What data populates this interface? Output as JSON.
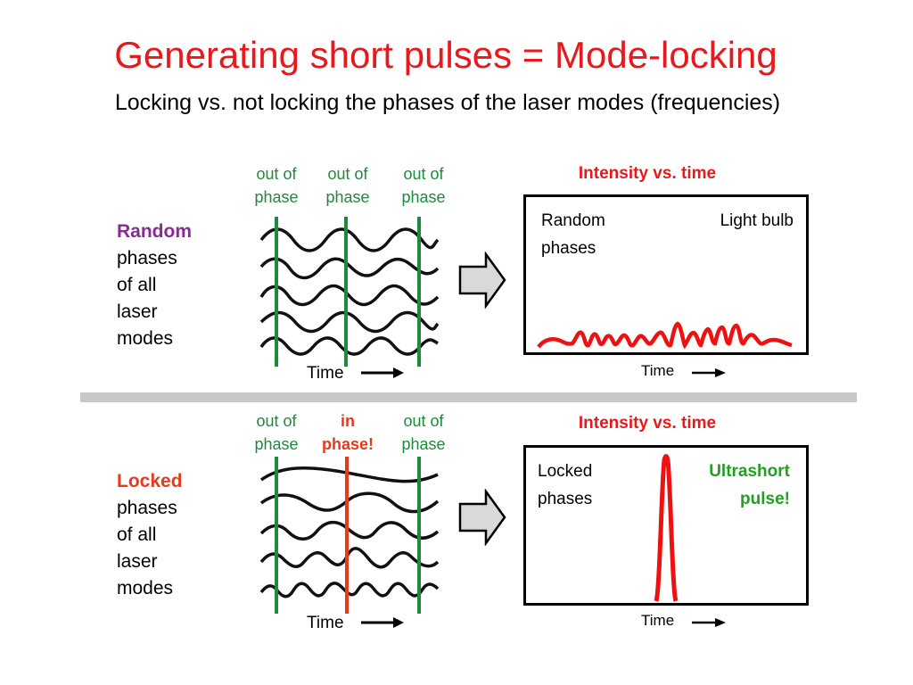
{
  "slide": {
    "title": "Generating short pulses = Mode-locking",
    "subtitle": "Locking vs. not locking the phases of the laser modes (frequencies)"
  },
  "colors": {
    "title_red": "#e8191c",
    "random_purple": "#8b2a93",
    "locked_red": "#e8391c",
    "phase_green": "#1e8a3c",
    "ultrashort_green": "#22a022",
    "divider_gray": "#c8c8c8"
  },
  "random": {
    "heading": "Random",
    "lines": [
      "phases",
      "of all",
      "laser",
      "modes"
    ],
    "columns": [
      {
        "line1": "out of",
        "line2": "phase"
      },
      {
        "line1": "out of",
        "line2": "phase"
      },
      {
        "line1": "out of",
        "line2": "phase"
      }
    ],
    "time_label": "Time",
    "plot": {
      "title": "Intensity vs. time",
      "left_label_1": "Random",
      "left_label_2": "phases",
      "right_label": "Light bulb",
      "time_label": "Time"
    }
  },
  "locked": {
    "heading": "Locked",
    "lines": [
      "phases",
      "of all",
      "laser",
      "modes"
    ],
    "columns": [
      {
        "line1": "out of",
        "line2": "phase"
      },
      {
        "line1": "in",
        "line2": "phase!"
      },
      {
        "line1": "out of",
        "line2": "phase"
      }
    ],
    "time_label": "Time",
    "plot": {
      "title": "Intensity vs. time",
      "left_label_1": "Locked",
      "left_label_2": "phases",
      "right_label_1": "Ultrashort",
      "right_label_2": "pulse!",
      "time_label": "Time"
    }
  }
}
